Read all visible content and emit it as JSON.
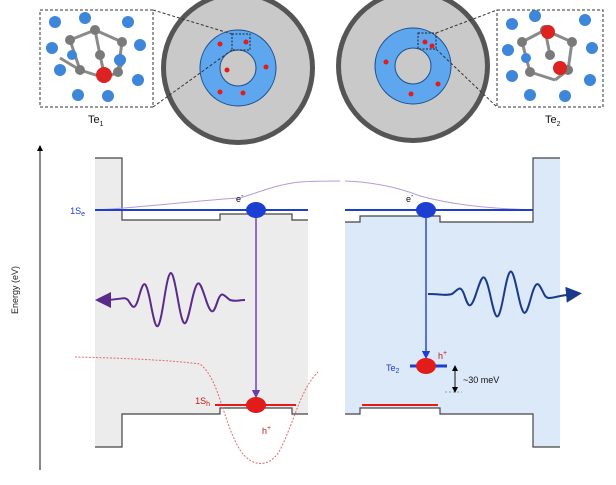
{
  "labels": {
    "te1_name": "Te",
    "te1_sub": "1",
    "te2_name": "Te",
    "te2_sub": "2",
    "energy_axis": "Energy (eV)",
    "electron_state": "1S",
    "electron_state_sub": "e",
    "hole_state": "1S",
    "hole_state_sub": "h",
    "electron_left": "e",
    "electron_left_sup": "-",
    "electron_right": "e",
    "electron_right_sup": "-",
    "hole_left": "h",
    "hole_left_sup": "+",
    "hole_right": "h",
    "hole_right_sup": "+",
    "trap_name": "Te",
    "trap_sub": "2",
    "trap_offset": "~30 meV"
  },
  "colors": {
    "left_band_fill": "#ececec",
    "right_band_fill": "#dbe9f8",
    "electron": "#1d3fd1",
    "hole": "#e41b1b",
    "left_emission": "#5a2a8c",
    "right_emission": "#1a3a8c",
    "electron_wavefunction": "#b69ad8",
    "hole_wavefunction": "#e56a6a",
    "qd_outer": "#555555",
    "qd_shell": "#c9c9c9",
    "qd_core": "#5ea7ee"
  },
  "icons": [
    "crystal-structure-te1",
    "crystal-structure-te2",
    "quantum-dot-left",
    "quantum-dot-right",
    "energy-axis-arrow"
  ]
}
